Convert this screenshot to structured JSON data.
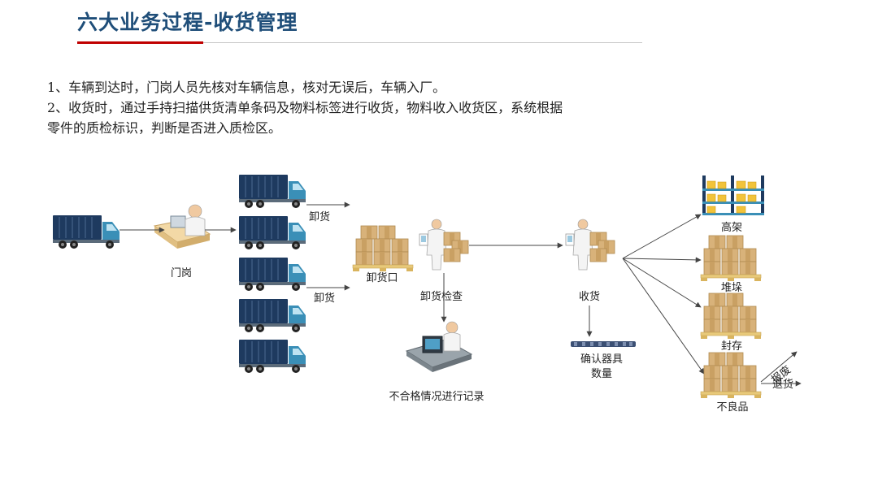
{
  "title": "六大业务过程-收货管理",
  "description": [
    "1、车辆到达时，门岗人员先核对车辆信息，核对无误后，车辆入厂。",
    "2、收货时，通过手持扫描供货清单条码及物料标签进行收货，物料收入收货区，系统根据零件的质检标识，判断是否进入质检区。"
  ],
  "nodes": {
    "gate": "门岗",
    "unload_top": "卸货",
    "unload_bottom": "卸货",
    "dock": "卸货口",
    "unload_check": "卸货检查",
    "nonconform": "不合格情况进行记录",
    "receive": "收货",
    "confirm_line1": "确认器具",
    "confirm_line2": "数量",
    "high_rack": "高架",
    "stack": "堆垛",
    "seal": "封存",
    "defective": "不良品",
    "scrap": "报废",
    "return": "退货"
  },
  "colors": {
    "title": "#1f4e79",
    "title_rule": "#c00000",
    "truck_container": "#1e3a5f",
    "truck_cab": "#3a8fb7",
    "box": "#d8b27a",
    "pallet": "#e8c97a",
    "arrow": "#444444"
  }
}
